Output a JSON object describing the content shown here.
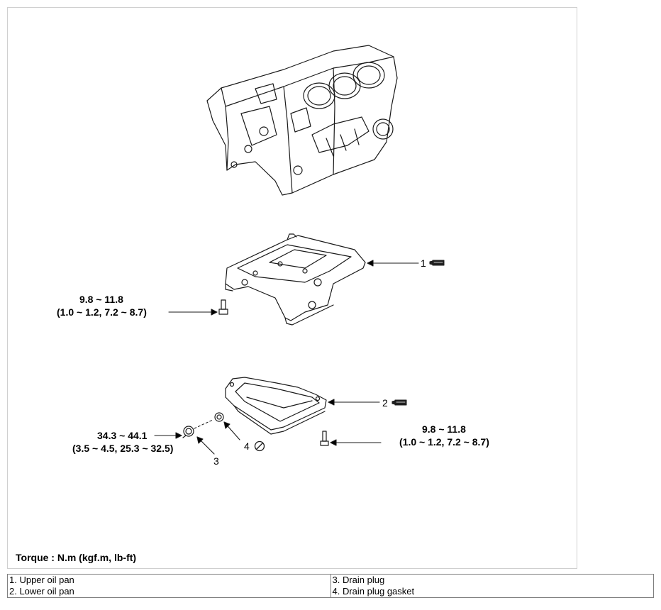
{
  "diagram": {
    "callouts": {
      "upper_pan": "1",
      "lower_pan": "2",
      "drain_plug": "3",
      "gasket": "4"
    },
    "torque_specs": {
      "upper_bolt": {
        "line1": "9.8 ~ 11.8",
        "line2": "(1.0 ~ 1.2, 7.2 ~ 8.7)"
      },
      "lower_bolt": {
        "line1": "9.8 ~ 11.8",
        "line2": "(1.0 ~ 1.2, 7.2 ~ 8.7)"
      },
      "drain_plug": {
        "line1": "34.3 ~ 44.1",
        "line2": "(3.5 ~ 4.5, 25.3 ~ 32.5)"
      }
    },
    "torque_note": "Torque : N.m (kgf.m, lb-ft)",
    "icons": {
      "sealant": "sealant-tube-icon",
      "replace": "do-not-reuse-icon"
    }
  },
  "legend": {
    "items": [
      "1. Upper oil pan",
      "2. Lower oil pan",
      "3. Drain plug",
      "4. Drain plug gasket"
    ]
  }
}
